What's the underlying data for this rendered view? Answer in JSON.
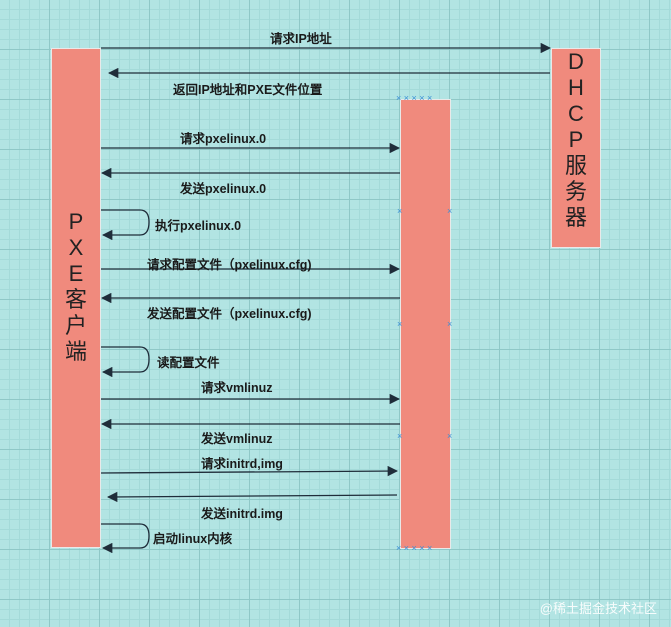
{
  "lifelines": {
    "client_label": [
      "P",
      "X",
      "E",
      "客",
      "户",
      "端"
    ],
    "dhcp_label": [
      "D",
      "H",
      "C",
      "P",
      "服",
      "务",
      "器"
    ]
  },
  "messages": [
    {
      "id": "m1",
      "text": "请求IP地址"
    },
    {
      "id": "m2",
      "text": "返回IP地址和PXE文件位置"
    },
    {
      "id": "m3",
      "text": "请求pxelinux.0"
    },
    {
      "id": "m4",
      "text": "发送pxelinux.0"
    },
    {
      "id": "m5",
      "text": "执行pxelinux.0"
    },
    {
      "id": "m6",
      "text": "请求配置文件（pxelinux.cfg)"
    },
    {
      "id": "m7",
      "text": "发送配置文件（pxelinux.cfg)"
    },
    {
      "id": "m8",
      "text": "读配置文件"
    },
    {
      "id": "m9",
      "text": "请求vmlinuz"
    },
    {
      "id": "m10",
      "text": "发送vmlinuz"
    },
    {
      "id": "m11",
      "text": "请求initrd,img"
    },
    {
      "id": "m12",
      "text": "发送initrd.img"
    },
    {
      "id": "m13",
      "text": "启动linux内核"
    }
  ],
  "watermark": "@稀土掘金技术社区",
  "colors": {
    "lifeline_fill": "#f08a7d",
    "arrow": "#1f2d3a",
    "background": "#b2e4e3"
  }
}
